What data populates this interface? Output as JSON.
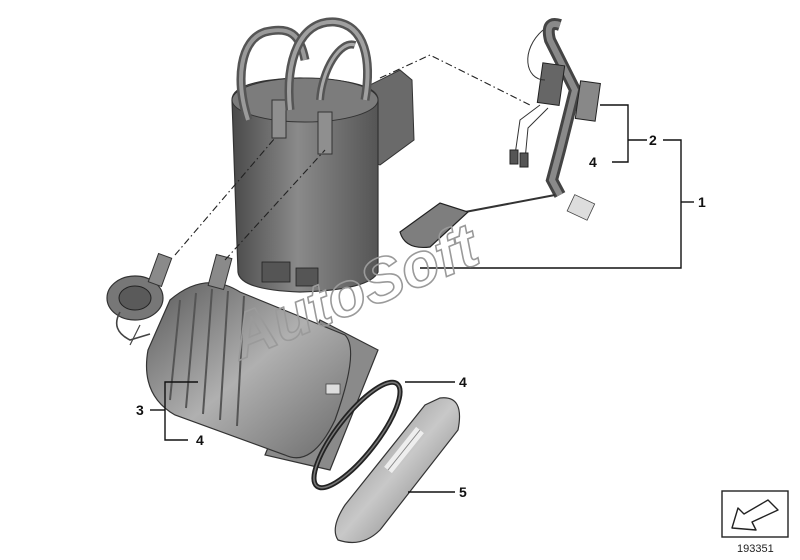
{
  "callouts": {
    "c1": "1",
    "c2": "2",
    "c2_sub": "4",
    "c3": "3",
    "c3_sub": "4",
    "seal": "4",
    "ring": "5"
  },
  "watermark": "AutoSoft",
  "reference_number": "193351",
  "icons": {
    "orientation": "arrow-down-left-icon"
  },
  "colors": {
    "body": "#6e6e6e",
    "body_dark": "#4e4e4e",
    "body_light": "#a8a8a8",
    "line": "#111111"
  }
}
